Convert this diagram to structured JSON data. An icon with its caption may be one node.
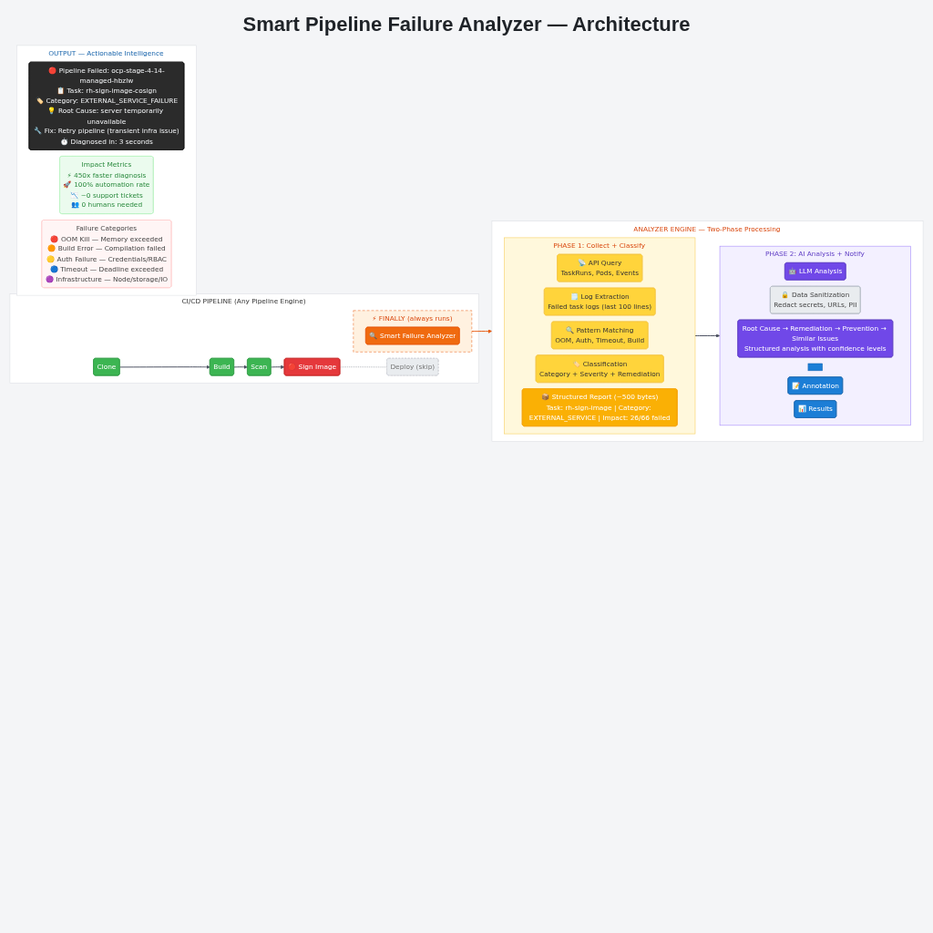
{
  "diagram": {
    "title": "Smart Pipeline Failure Analyzer — Architecture",
    "nodes": [
      {
        "text": [
          "CI/CD PIPELINE (Any Pipeline Engine)"
        ]
      },
      {
        "text": [
          "Clone"
        ],
        "in": 0
      },
      {
        "text": [
          "Build"
        ],
        "in": 0
      },
      {
        "text": [
          "Scan"
        ],
        "in": 0
      },
      {
        "text": [
          "🔴 Sign Image"
        ],
        "in": 0
      },
      {
        "text": [
          "Deploy (skip)"
        ],
        "in": 0
      },
      {
        "text": [
          "⚡ FINALLY (always runs)"
        ],
        "in": 0
      },
      {
        "text": [
          "🔍 Smart Failure Analyzer"
        ],
        "in": 6
      },
      {
        "text": [
          "ANALYZER ENGINE — Two-Phase Processing"
        ]
      },
      {
        "text": [
          "PHASE 1: Collect + Classify"
        ],
        "in": 8
      },
      {
        "text": [
          "📡 API Query",
          "TaskRuns, Pods, Events"
        ],
        "in": 9
      },
      {
        "text": [
          "🗒️ Log Extraction",
          "Failed task logs (last 100 lines)"
        ],
        "in": 9
      },
      {
        "text": [
          "🔍 Pattern Matching",
          "OOM, Auth, Timeout, Build"
        ],
        "in": 9
      },
      {
        "text": [
          "🏷️ Classification",
          "Category + Severity + Remediation"
        ],
        "in": 9
      },
      {
        "text": [
          "📦 Structured Report (~500 bytes)",
          "Task: rh-sign-image | Category: EXTERNAL_SERVICE | Impact: 26/66 failed"
        ],
        "in": 9
      },
      {
        "text": [
          "PHASE 2: AI Analysis + Notify"
        ],
        "in": 8
      },
      {
        "text": [
          "🤖 LLM Analysis"
        ],
        "in": 15
      },
      {
        "text": [
          "🔒 Data Sanitization",
          "Redact secrets, URLs, PII"
        ],
        "in": 15
      },
      {
        "text": [
          "Root Cause → Remediation → Prevention → Similar Issues",
          "Structured analysis with confidence levels"
        ],
        "in": 15
      },
      {
        "text": [],
        "shape": "box",
        "in": 15
      },
      {
        "text": [
          "📝 Annotation"
        ],
        "in": 15
      },
      {
        "text": [
          "📊 Results"
        ],
        "in": 15
      },
      {
        "text": [
          "OUTPUT — Actionable Intelligence"
        ]
      },
      {
        "text": [
          "🔴 Pipeline Failed: ocp-stage-4-14-managed-hbzlw",
          "📋 Task: rh-sign-image-cosign",
          "🏷️ Category: EXTERNAL_SERVICE_FAILURE",
          "💡 Root Cause: server temporarily unavailable",
          "🔧 Fix: Retry pipeline (transient infra issue)",
          "⏱️ Diagnosed in: 3 seconds"
        ],
        "in": 22
      },
      {
        "text": [
          "Impact Metrics",
          "⚡ 450x faster diagnosis",
          "🚀 100% automation rate",
          "📉 ~0 support tickets",
          "👥 0 humans needed"
        ],
        "in": 22
      },
      {
        "text": [
          "Failure Categories",
          "🔴 OOM Kill — Memory exceeded",
          "🟠 Build Error — Compilation failed",
          "🟡 Auth Failure — Credentials/RBAC",
          "🔵 Timeout — Deadline exceeded",
          "🟣 Infrastructure — Node/storage/IO"
        ],
        "in": 22
      }
    ],
    "edges": [
      {
        "from": 1,
        "to": 2,
        "arrow": "to"
      },
      {
        "from": 2,
        "to": 3,
        "arrow": "to"
      },
      {
        "from": 3,
        "to": 4,
        "arrow": "to"
      },
      {
        "from": 4,
        "to": 5,
        "arrow": "none",
        "style": "dashed",
        "color": "#b0b4ba"
      },
      {
        "from": 6,
        "to": 8,
        "arrow": "to",
        "color": "#e8590c"
      },
      {
        "from": 9,
        "to": 15,
        "arrow": "to"
      }
    ]
  }
}
